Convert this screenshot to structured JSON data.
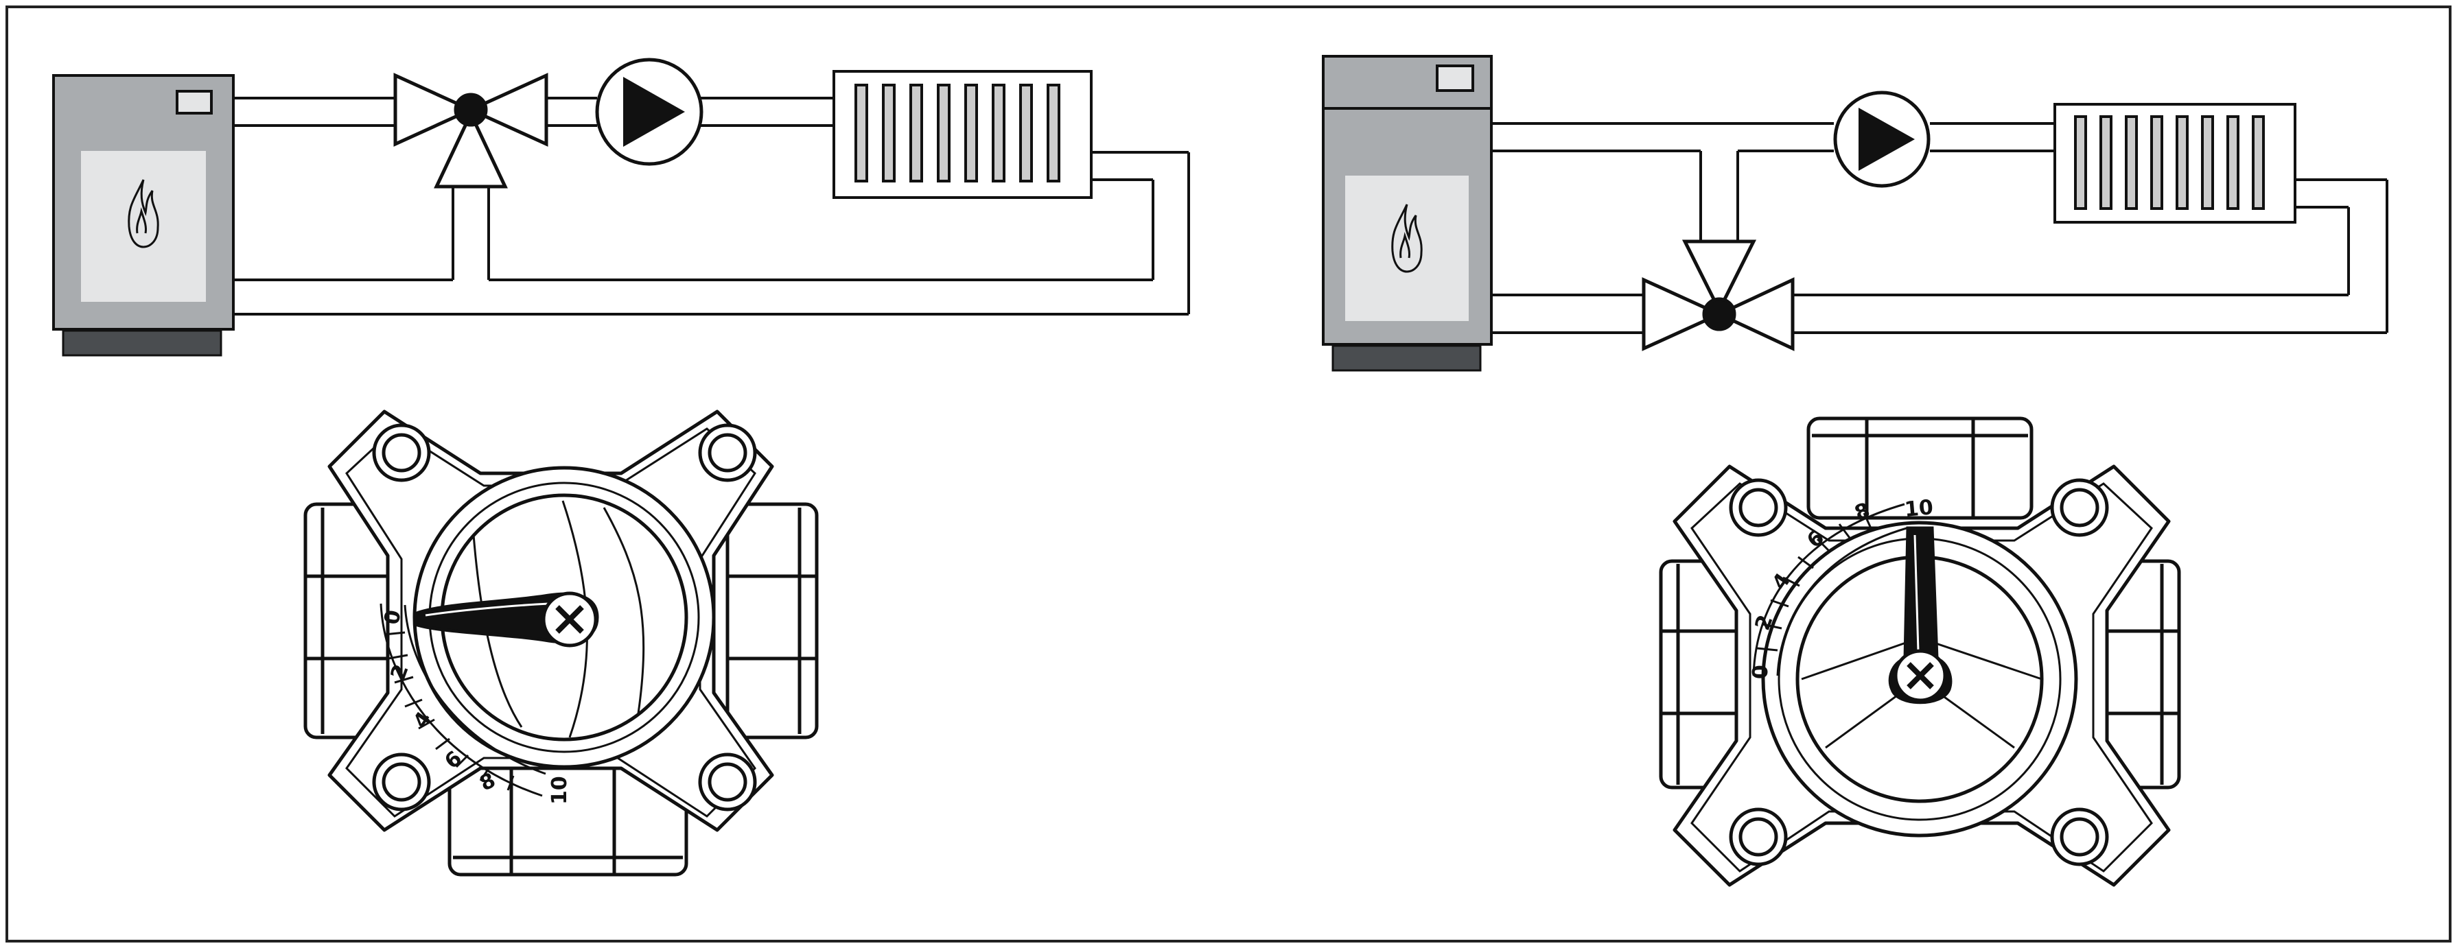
{
  "colors": {
    "line": "#111111",
    "boiler_body": "#a9acaf",
    "boiler_window": "#e4e5e6",
    "boiler_base": "#4a4d50",
    "panel_border": "#222222",
    "background": "#ffffff"
  },
  "icons": [
    "boiler-flame-icon",
    "pump-icon",
    "radiator-icon",
    "three-way-valve-icon",
    "adjustment-screw-icon"
  ],
  "left_panel": {
    "scale_labels": [
      "0",
      "2",
      "4",
      "6",
      "8",
      "10"
    ]
  },
  "right_panel": {
    "scale_labels": [
      "0",
      "2",
      "4",
      "6",
      "8",
      "10"
    ]
  }
}
